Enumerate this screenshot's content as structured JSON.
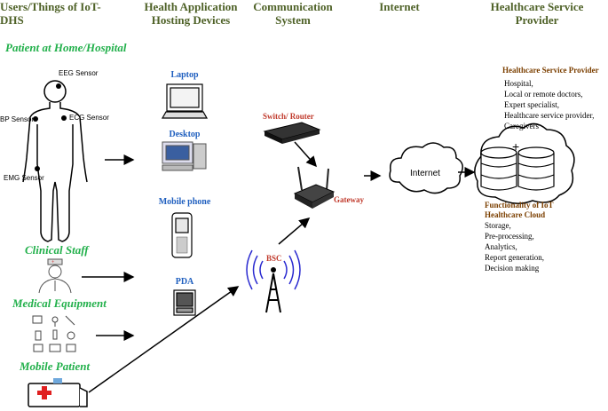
{
  "columns": {
    "users": "Users/Things of IoT-DHS",
    "hosting_line1": "Health Application",
    "hosting_line2": "Hosting Devices",
    "comm_line1": "Communication",
    "comm_line2": "System",
    "internet": "Internet",
    "provider_line1": "Healthcare Service",
    "provider_line2": "Provider"
  },
  "users": {
    "patient": "Patient at Home/Hospital",
    "clinical": "Clinical Staff",
    "equipment": "Medical Equipment",
    "mobile": "Mobile Patient"
  },
  "sensors": {
    "eeg": "EEG Sensor",
    "bp": "BP Sensor",
    "ecg": "ECG Sensor",
    "emg": "EMG Sensor"
  },
  "devices": {
    "laptop": "Laptop",
    "desktop": "Desktop",
    "mobile_phone": "Mobile phone",
    "pda": "PDA"
  },
  "comm": {
    "switch": "Switch/ Router",
    "gateway": "Gateway",
    "bsc": "BSC"
  },
  "internet_cloud": "Internet",
  "provider": {
    "title": "Healthcare Service Provider",
    "items": [
      "Hospital,",
      "Local or remote doctors,",
      "Expert specialist,",
      "Healthcare service provider,",
      "Caregivers"
    ],
    "cloud_title_line1": "Functionality of IoT",
    "cloud_title_line2": "Healthcare Cloud",
    "functions": [
      "Storage,",
      "Pre-processing,",
      "Analytics,",
      "Report generation,",
      "Decision making"
    ]
  },
  "colors": {
    "column_header": "#4f6228",
    "user_label": "#22b04b",
    "device_label": "#1f5fbf",
    "comm_label": "#c0392b",
    "provider_label": "#7b3f00"
  }
}
